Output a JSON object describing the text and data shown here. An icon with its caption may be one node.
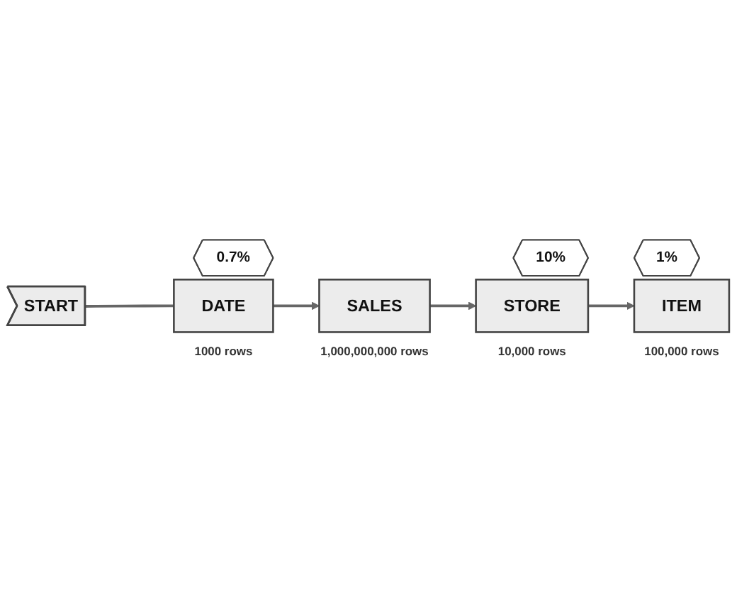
{
  "diagram": {
    "nodes": [
      {
        "text": [
          "START"
        ]
      },
      {
        "text": [
          "DATE"
        ],
        "beside": [
          "1000 rows"
        ]
      },
      {
        "text": [
          "0.7%"
        ]
      },
      {
        "text": [
          "STORE"
        ],
        "beside": [
          "10,000 rows"
        ]
      },
      {
        "text": [
          "10%"
        ]
      },
      {
        "text": [
          "SALES"
        ],
        "beside": [
          "1,000,000,000 rows"
        ]
      },
      {
        "text": [
          "1%"
        ]
      },
      {
        "text": [
          "ITEM"
        ],
        "beside": [
          "100,000 rows"
        ]
      }
    ],
    "edges": [
      {
        "from": 0,
        "to": 1,
        "arrow": "none"
      },
      {
        "from": 1,
        "to": 5,
        "arrow": "to"
      },
      {
        "from": 5,
        "to": 3,
        "arrow": "to"
      },
      {
        "from": 3,
        "to": 7,
        "arrow": "to"
      }
    ]
  }
}
